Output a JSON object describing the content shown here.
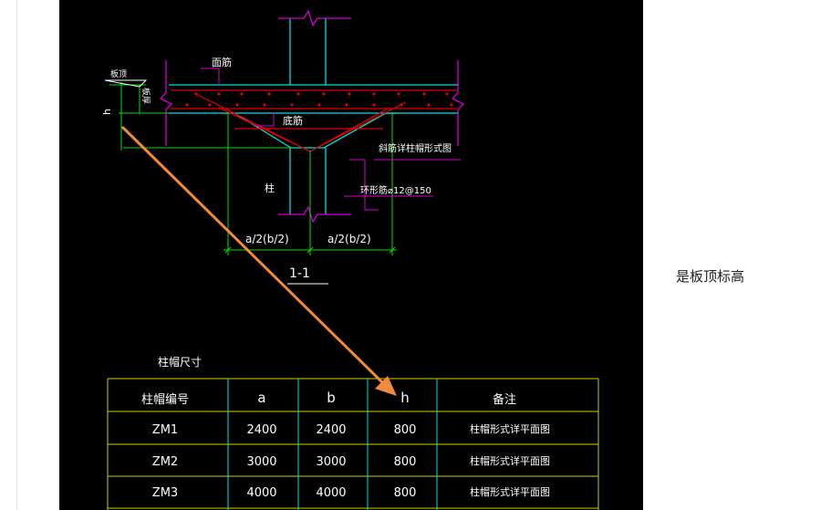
{
  "drawing": {
    "labels": {
      "top_bar": "面筋",
      "slab_elev": "板顶",
      "slab_thk": "板厚",
      "h": "h",
      "bottom_bar": "底筋",
      "column": "柱",
      "diag_note": "斜筋详柱帽形式图",
      "ring_bar": "环形筋⌀12@150",
      "dim_left": "a/2(b/2)",
      "dim_right": "a/2(b/2)",
      "section": "1-1"
    },
    "colors": {
      "background": "#000000",
      "cyan": "#00e0e0",
      "green": "#00e000",
      "red": "#e00000",
      "magenta": "#d000d0",
      "white": "#ffffff",
      "yellow": "#d0d000",
      "arrow": "#f08a3c"
    }
  },
  "table": {
    "title": "柱帽尺寸",
    "headers": [
      "柱帽编号",
      "a",
      "b",
      "h",
      "备注"
    ],
    "rows": [
      [
        "ZM1",
        "2400",
        "2400",
        "800",
        "柱帽形式详平面图"
      ],
      [
        "ZM2",
        "3000",
        "3000",
        "800",
        "柱帽形式详平面图"
      ],
      [
        "ZM3",
        "4000",
        "4000",
        "800",
        "柱帽形式详平面图"
      ]
    ]
  },
  "side_note": "是板顶标高"
}
